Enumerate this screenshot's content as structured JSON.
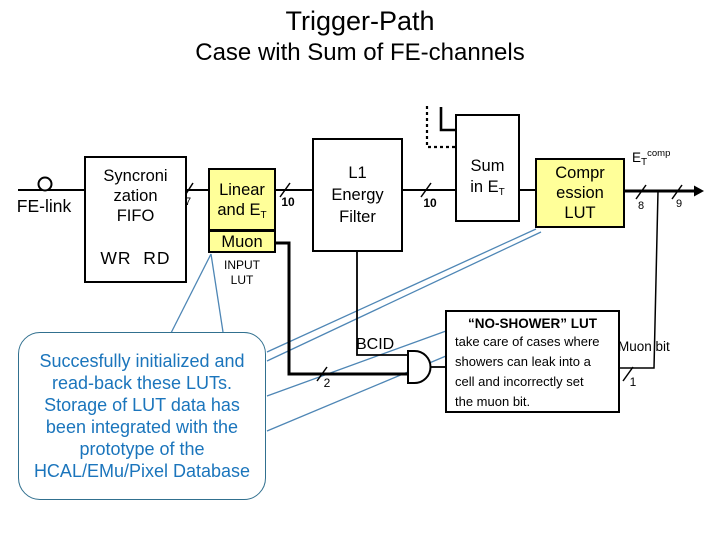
{
  "slide": {
    "title": "Trigger-Path",
    "subtitle": "Case with Sum of FE-channels"
  },
  "colors": {
    "lut_box_yellow": "#ffff99",
    "diagram_black": "#000000",
    "callout_text_blue": "#1b75bc",
    "callout_border_blue": "#31708f",
    "callout_line_blue": "#4e86b5",
    "background": "#ffffff"
  },
  "diagram": {
    "fe_link_label": "FE-link",
    "fifo": {
      "l1": "Syncroni",
      "l2": "zation",
      "l3": "FIFO",
      "wr": "WR",
      "rd": "RD"
    },
    "linear": {
      "l1": "Linear",
      "l2pre": "and E",
      "l2sub": "T"
    },
    "muon_lut": {
      "label": "Muon",
      "sub1": "INPUT",
      "sub2": "LUT"
    },
    "l1_filter": {
      "l1": "L1",
      "l2": "Energy",
      "l3": "Filter"
    },
    "sum": {
      "l1": "Sum",
      "l2pre": "in E",
      "l2sub": "T"
    },
    "compression": {
      "l1": "Compr",
      "l2": "ession",
      "l3": "LUT"
    },
    "etcomp": {
      "base": "E",
      "sub": "T",
      "sup": "comp"
    },
    "bus_widths": {
      "w7": "7",
      "w10a": "10",
      "w10b": "10",
      "w8": "8",
      "w9": "9",
      "w2": "2",
      "w1": "1"
    },
    "bcid_label": "BCID",
    "muon_bit_label": "Muon bit"
  },
  "no_shower_note": {
    "title": "“NO-SHOWER”  LUT",
    "lines": [
      "take care of cases where",
      "showers can leak into a",
      "cell and incorrectly set",
      "the muon bit."
    ]
  },
  "callout_note": {
    "lines": [
      "Succesfully initialized and",
      "read-back these LUTs.",
      "Storage of LUT data has",
      "been integrated with the",
      "prototype of the",
      "HCAL/EMu/Pixel Database"
    ]
  }
}
